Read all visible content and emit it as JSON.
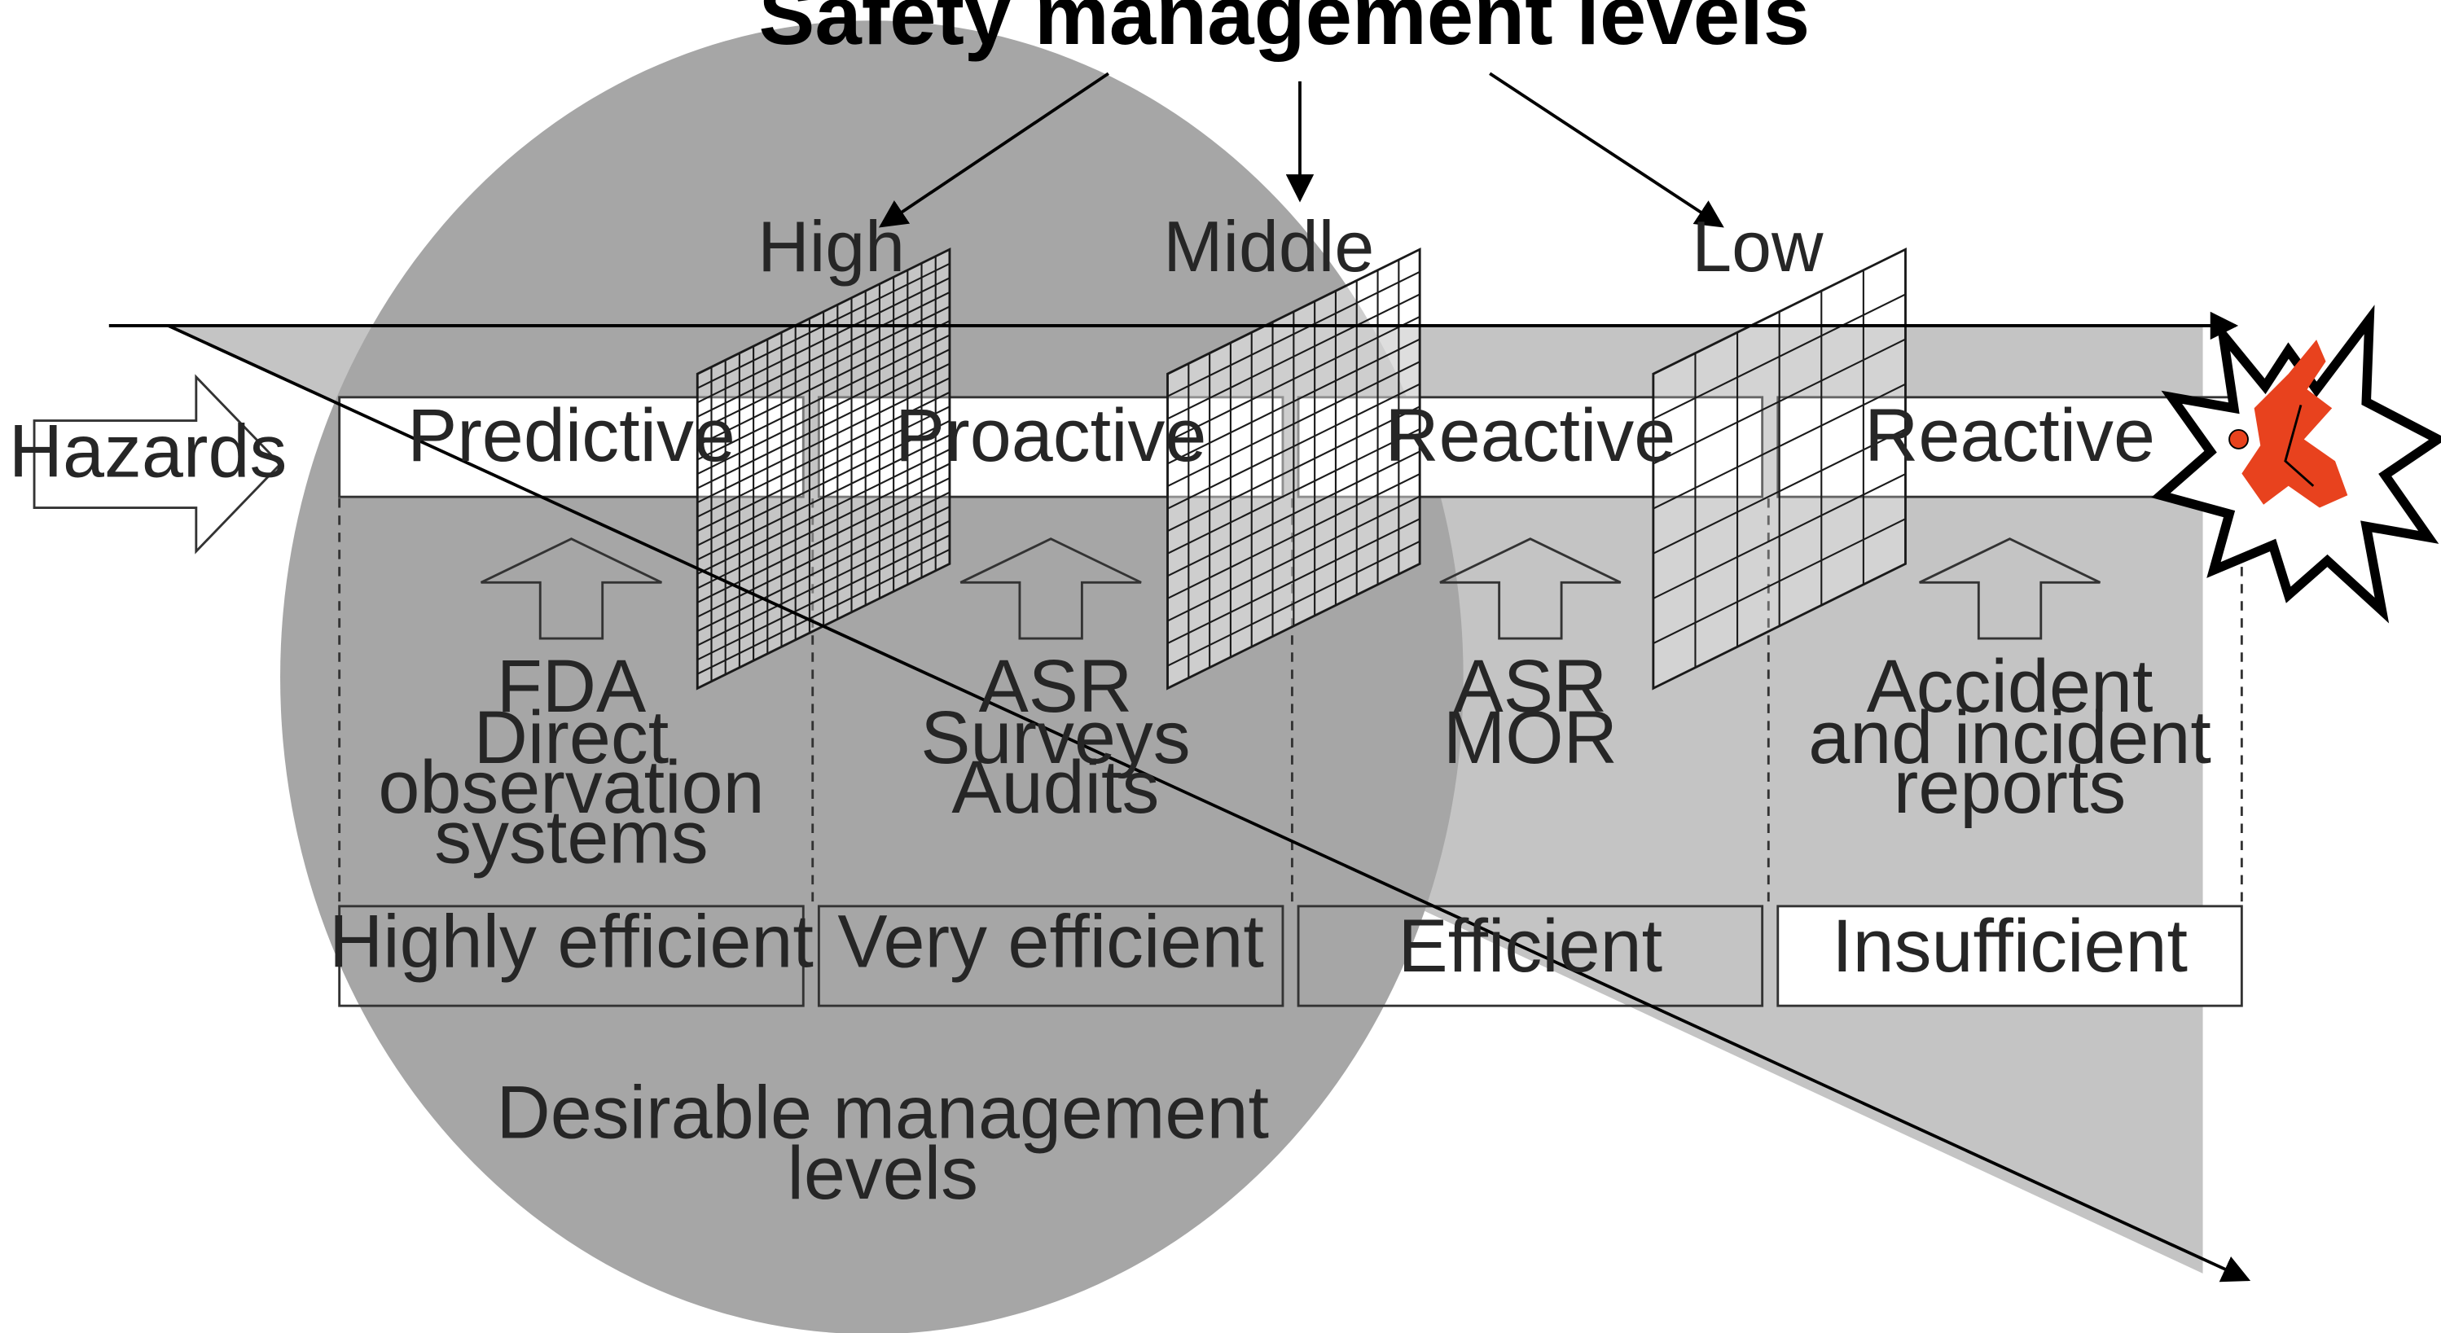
{
  "title": "Safety management levels",
  "levels": {
    "high": "High",
    "middle": "Middle",
    "low": "Low"
  },
  "hazards": "Hazards",
  "stages": [
    {
      "mode": "Predictive",
      "tools": [
        "FDA",
        "Direct",
        "observation",
        "systems"
      ],
      "efficiency": "Highly efficient"
    },
    {
      "mode": "Proactive",
      "tools": [
        "ASR",
        "Surveys",
        "Audits"
      ],
      "efficiency": "Very efficient"
    },
    {
      "mode": "Reactive",
      "tools": [
        "ASR",
        "MOR"
      ],
      "efficiency": "Efficient"
    },
    {
      "mode": "Reactive",
      "tools": [
        "Accident",
        "and incident",
        "reports"
      ],
      "efficiency": "Insufficient"
    }
  ],
  "desirable": [
    "Desirable management",
    "levels"
  ],
  "colors": {
    "circle": "#a6a6a6",
    "band": "#c4c4c4",
    "efficiency_fill": "#bdbdbd",
    "explosion": "#e8421e"
  },
  "icons": {
    "hazards": "right-block-arrow",
    "tools": "up-block-arrow",
    "accident": "explosion-icon"
  }
}
